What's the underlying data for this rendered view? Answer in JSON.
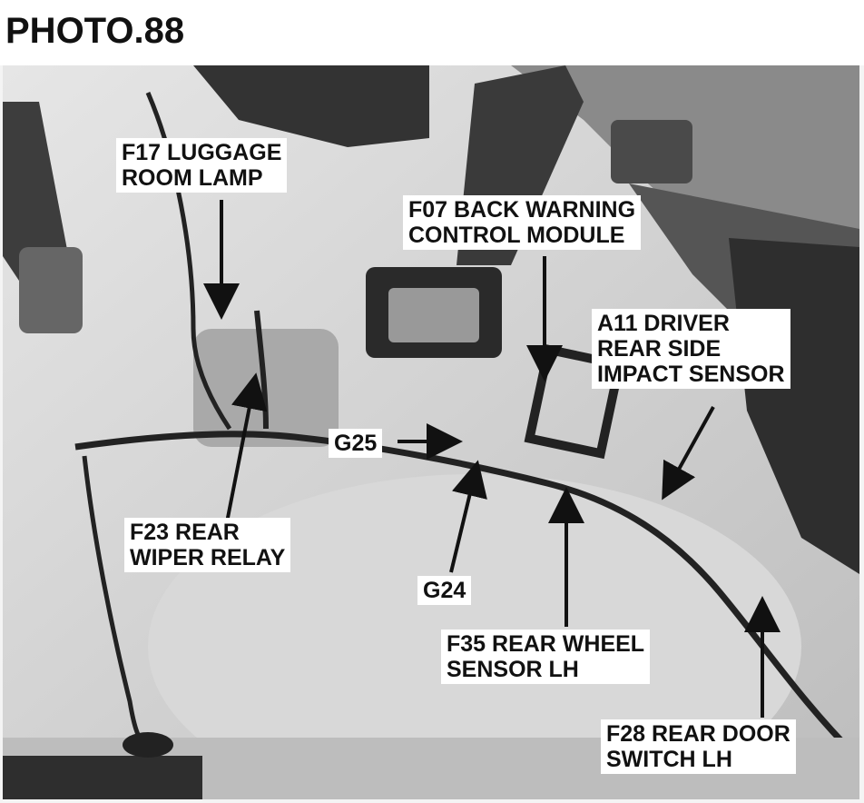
{
  "title": "PHOTO.88",
  "colors": {
    "label_bg": "#ffffff",
    "label_text": "#111111",
    "arrow": "#111111"
  },
  "callouts": {
    "f17": {
      "lines": [
        "F17 LUGGAGE",
        "ROOM LAMP"
      ]
    },
    "f07": {
      "lines": [
        "F07 BACK WARNING",
        "CONTROL MODULE"
      ]
    },
    "a11": {
      "lines": [
        "A11 DRIVER",
        "REAR SIDE",
        "IMPACT SENSOR"
      ]
    },
    "g25": {
      "lines": [
        "G25"
      ]
    },
    "f23": {
      "lines": [
        "F23 REAR",
        "WIPER RELAY"
      ]
    },
    "g24": {
      "lines": [
        "G24"
      ]
    },
    "f35": {
      "lines": [
        "F35 REAR WHEEL",
        "SENSOR LH"
      ]
    },
    "f28": {
      "lines": [
        "F28 REAR DOOR",
        "SWITCH LH"
      ]
    }
  }
}
